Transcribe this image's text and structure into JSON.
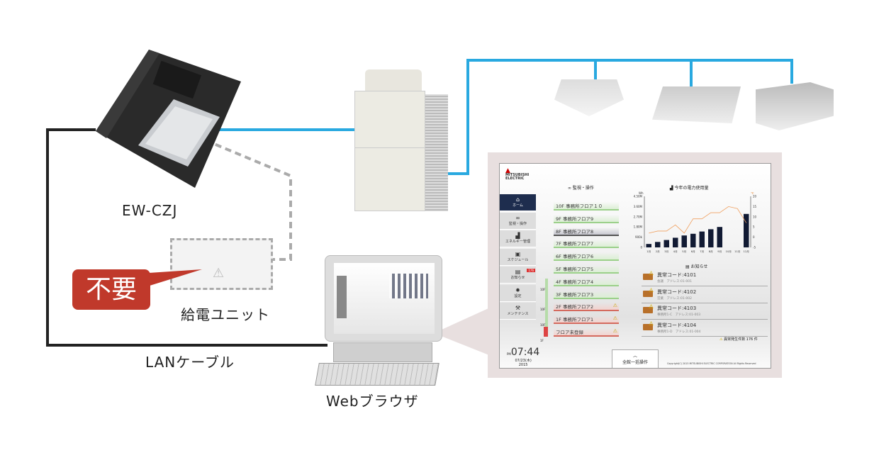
{
  "labels": {
    "controller": "EW-CZJ",
    "power_unit": "給電ユニット",
    "callout": "不要",
    "lan_cable": "LANケーブル",
    "browser": "Webブラウザ"
  },
  "colors": {
    "refrigerant_line": "#29a9e0",
    "lan_line": "#222222",
    "callout": "#c0392b",
    "nav_active": "#1e2d4e"
  },
  "screen": {
    "logo": "MITSUBISHI ELECTRIC",
    "sidebar": [
      {
        "label": "ホーム",
        "icon": "home-icon",
        "glyph": "⌂"
      },
      {
        "label": "監視・操作",
        "icon": "binoculars-icon",
        "glyph": "∞"
      },
      {
        "label": "エネルギー管理",
        "icon": "bar-chart-icon",
        "glyph": "▟"
      },
      {
        "label": "スケジュール",
        "icon": "calendar-icon",
        "glyph": "▣"
      },
      {
        "label": "お知らせ",
        "icon": "notice-icon",
        "glyph": "▤",
        "badge": "176"
      },
      {
        "label": "設定",
        "icon": "gear-icon",
        "glyph": "✹"
      },
      {
        "label": "メンテナンス",
        "icon": "tools-icon",
        "glyph": "⚒"
      }
    ],
    "clock": {
      "prefix": "PM",
      "time": "07:44",
      "date": "07/23(木)",
      "year": "2015"
    },
    "monitor_title": "監視・操作",
    "floors": [
      {
        "label": "10F 事務所フロア１０",
        "state": "normal"
      },
      {
        "label": "9F 事務所フロア9",
        "state": "normal"
      },
      {
        "label": "8F 事務所フロア8",
        "state": "selected"
      },
      {
        "label": "7F 事務所フロア7",
        "state": "normal"
      },
      {
        "label": "6F 事務所フロア6",
        "state": "normal"
      },
      {
        "label": "5F 事務所フロア5",
        "state": "normal"
      },
      {
        "label": "4F 事務所フロア4",
        "state": "normal"
      },
      {
        "label": "3F 事務所フロア3",
        "state": "normal"
      },
      {
        "label": "2F 事務所フロア2",
        "state": "alarm"
      },
      {
        "label": "1F 事務所フロア1",
        "state": "alarm"
      },
      {
        "label": "フロア未登録",
        "state": "alarm"
      }
    ],
    "floor_scale": [
      "10F",
      "10F",
      "10F",
      "1F"
    ],
    "bulk_button": "全館一括操作",
    "notice_title": "お知らせ",
    "notices": [
      {
        "title": "異常コード:4101",
        "sub": "会議　アドレス:01-001"
      },
      {
        "title": "異常コード:4102",
        "sub": "営業　アドレス:01-002"
      },
      {
        "title": "異常コード:4103",
        "sub": "事務所1-C　アドレス:01-003"
      },
      {
        "title": "異常コード:4104",
        "sub": "事務所1-D　アドレス:01-004"
      }
    ],
    "alarm_count": "異常発生件数 176 件",
    "copyright": "Copyright(C) 2015 MITSUBISHI ELECTRIC CORPORATION All Rights Reserved"
  },
  "chart_data": {
    "type": "bar",
    "title": "今年の電力使用量",
    "ylabel": "Wh",
    "y2label": "℃",
    "categories": [
      "1月",
      "2月",
      "3月",
      "4月",
      "5月",
      "6月",
      "7月",
      "8月",
      "9月",
      "10月",
      "11月",
      "12月"
    ],
    "yticks": [
      "0",
      "900k",
      "1.80M",
      "2.70M",
      "3.60M",
      "4.50M"
    ],
    "y2ticks": [
      "-5",
      "0",
      "5",
      "10",
      "15",
      "20"
    ],
    "ylim": [
      0,
      4500000
    ],
    "y2lim": [
      -5,
      20
    ],
    "series": [
      {
        "type": "bar",
        "values": [
          300000,
          480000,
          650000,
          850000,
          1050000,
          1200000,
          1400000,
          1600000,
          1800000,
          null,
          null,
          2950000
        ],
        "color": "#111a33"
      },
      {
        "type": "line",
        "axis": "right",
        "values": [
          2,
          3,
          3,
          6,
          2,
          9,
          9,
          12,
          12,
          15,
          14,
          7
        ],
        "color": "#f0a060"
      }
    ]
  }
}
